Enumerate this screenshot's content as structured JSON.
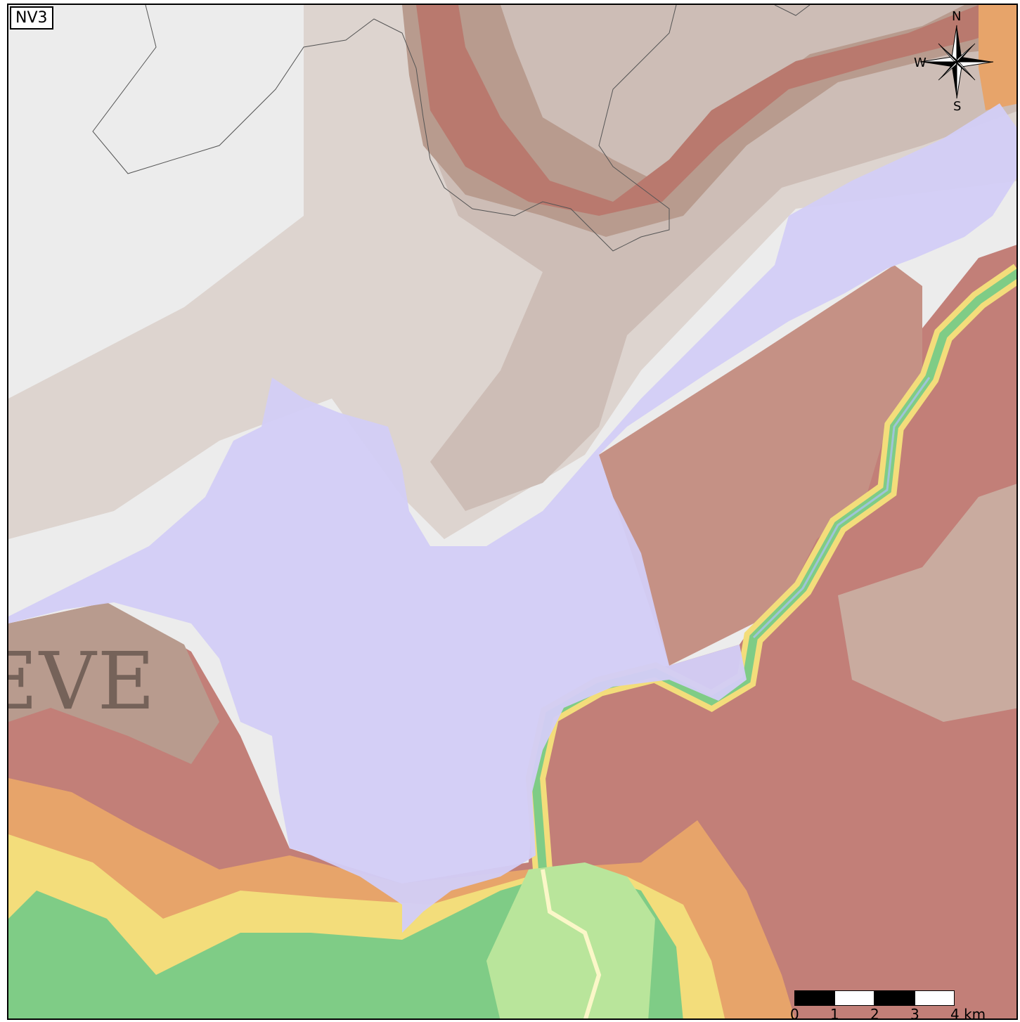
{
  "map": {
    "panel_label": "NV3",
    "place_label": "EVE",
    "compass": {
      "north": "N",
      "south": "S",
      "west": "W",
      "icon": "compass-rose-icon"
    },
    "scale_bar": {
      "ticks": [
        "0",
        "1",
        "2",
        "3",
        "4 km"
      ],
      "segment_colors": [
        "#000000",
        "#ffffff",
        "#000000",
        "#ffffff"
      ]
    },
    "colors": {
      "lake": "#d2cdf6",
      "high_plateau": "#ececec",
      "upland": "#ddd4cf",
      "slope_brown": "#b89b8e",
      "ridge_red": "#c27f78",
      "mid_orange": "#e7a46a",
      "mid_yellow": "#f3dd7b",
      "low_green": "#7fcc86",
      "lowland_lightgreen": "#b9e59b",
      "border_line": "#555555"
    }
  }
}
